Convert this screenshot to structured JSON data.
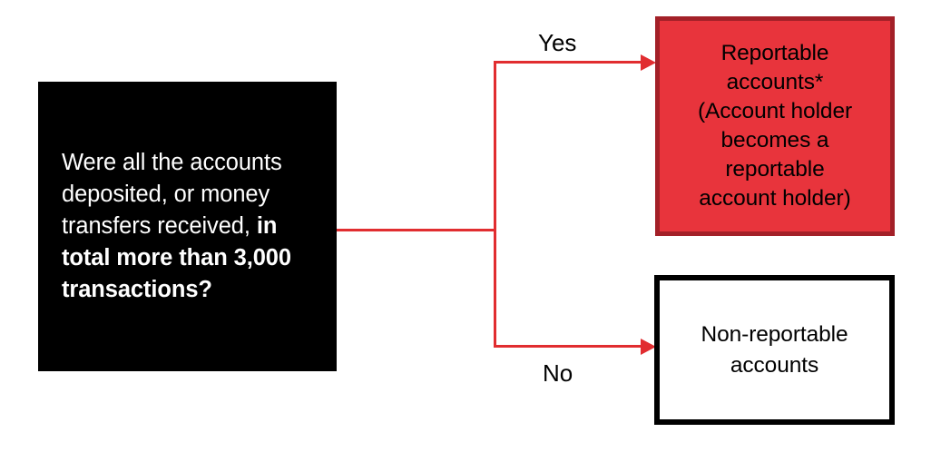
{
  "diagram": {
    "type": "decision-flowchart",
    "colors": {
      "decision_fill": "#000000",
      "decision_text": "#FFFFFF",
      "reportable_fill": "#E8343C",
      "reportable_border": "#A32028",
      "nonreportable_fill": "#FFFFFF",
      "nonreportable_border": "#000000",
      "connector": "#E12D30",
      "label_text": "#000000"
    },
    "decision": {
      "question_plain": "Were all the accounts deposited, or money transfers received,",
      "question_bold": "in total more than 3,000 transactions?",
      "full_text": "Were all the accounts deposited, or money transfers received, in total more than 3,000 transactions?"
    },
    "edges": [
      {
        "label": "Yes",
        "from": "decision",
        "to": "reportable-accounts"
      },
      {
        "label": "No",
        "from": "decision",
        "to": "non-reportable-accounts"
      }
    ],
    "outcomes": {
      "reportable": {
        "title": "Reportable accounts*",
        "detail": "(Account holder becomes a reportable account holder)",
        "lines": [
          "Reportable",
          "accounts*",
          "(Account holder",
          "becomes a",
          "reportable",
          "account holder)"
        ]
      },
      "non_reportable": {
        "title": "Non-reportable accounts",
        "lines": [
          "Non-reportable",
          "accounts"
        ]
      }
    }
  }
}
